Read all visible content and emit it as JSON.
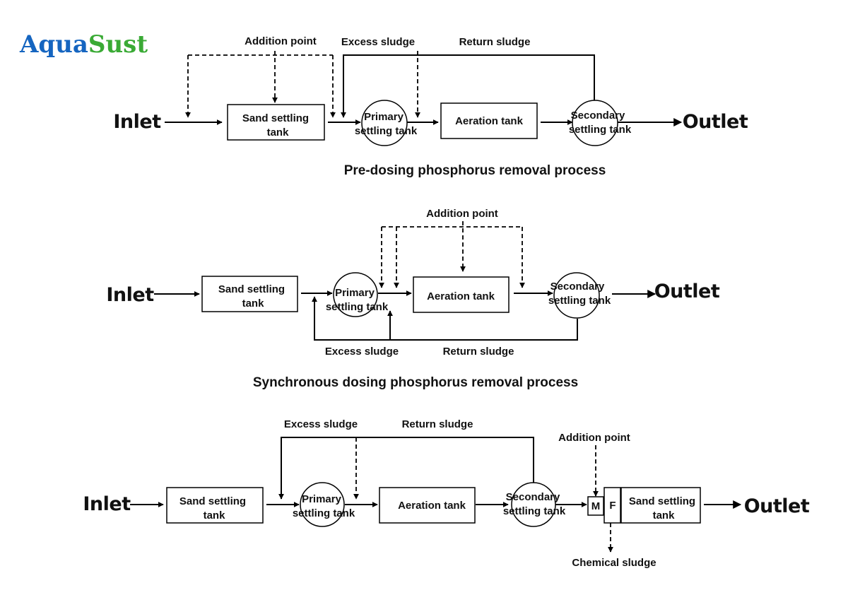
{
  "brand": {
    "logo_part1": "Aqua",
    "logo_part2": "Sust",
    "color_part1": "#1565c0",
    "color_part2": "#3aaa35"
  },
  "caption_color": "#1a5fb4",
  "diagrams": [
    {
      "caption": "Pre-dosing phosphorus removal process",
      "inlet": "Inlet",
      "outlet": "Outlet",
      "sand_tank": [
        "Sand settling",
        "tank"
      ],
      "primary_tank": [
        "Primary",
        "settling tank"
      ],
      "aeration_tank": "Aeration tank",
      "secondary_tank": [
        "Secondary",
        "settling tank"
      ],
      "addition_point": "Addition point",
      "excess_sludge": "Excess sludge",
      "return_sludge": "Return sludge"
    },
    {
      "caption": "Synchronous dosing phosphorus removal process",
      "inlet": "Inlet",
      "outlet": "Outlet",
      "sand_tank": [
        "Sand settling",
        "tank"
      ],
      "primary_tank": [
        "Primary",
        "settling tank"
      ],
      "aeration_tank": "Aeration tank",
      "secondary_tank": [
        "Secondary",
        "settling tank"
      ],
      "addition_point": "Addition point",
      "excess_sludge": "Excess sludge",
      "return_sludge": "Return sludge"
    },
    {
      "inlet": "Inlet",
      "outlet": "Outlet",
      "sand_tank": [
        "Sand settling",
        "tank"
      ],
      "primary_tank": [
        "Primary",
        "settling tank"
      ],
      "aeration_tank": "Aeration tank",
      "secondary_tank": [
        "Secondary",
        "settling tank"
      ],
      "addition_point": "Addition point",
      "excess_sludge": "Excess sludge",
      "return_sludge": "Return sludge",
      "mixer_label": "M",
      "filter_label": "F",
      "final_sand_tank": [
        "Sand settling",
        "tank"
      ],
      "chemical_sludge": "Chemical sludge"
    }
  ]
}
